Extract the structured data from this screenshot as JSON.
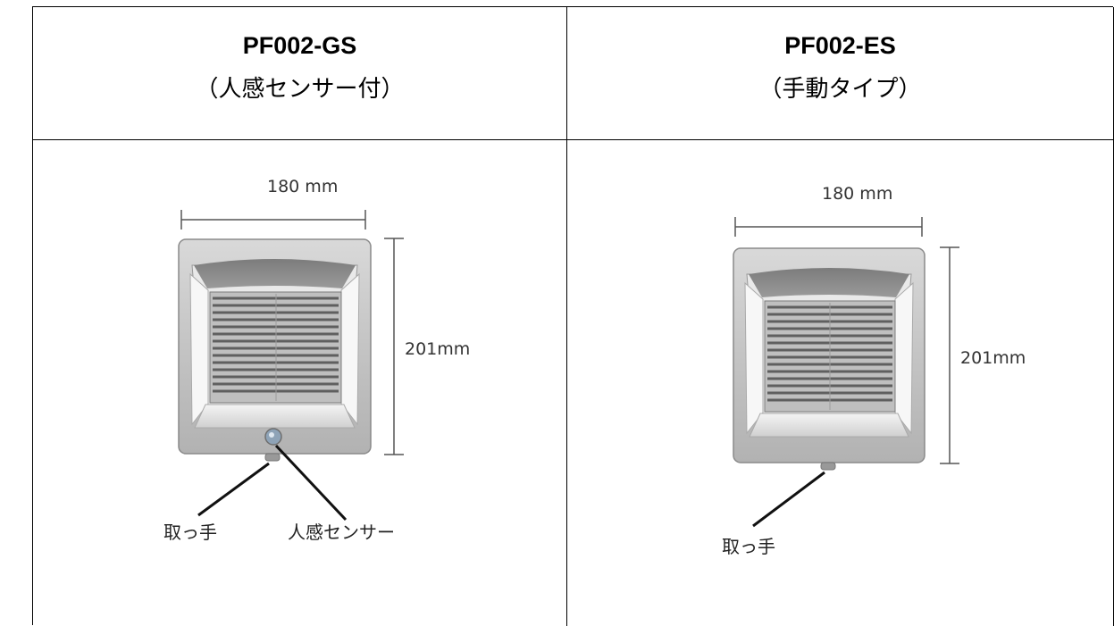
{
  "columns": [
    {
      "model": "PF002-GS",
      "type": "（人感センサー付）",
      "width_label": "180 mm",
      "height_label": "201mm",
      "callouts": {
        "handle": "取っ手",
        "sensor": "人感センサー"
      }
    },
    {
      "model": "PF002-ES",
      "type": "（手動タイプ）",
      "width_label": "180 mm",
      "height_label": "201mm",
      "callouts": {
        "handle": "取っ手"
      }
    }
  ]
}
